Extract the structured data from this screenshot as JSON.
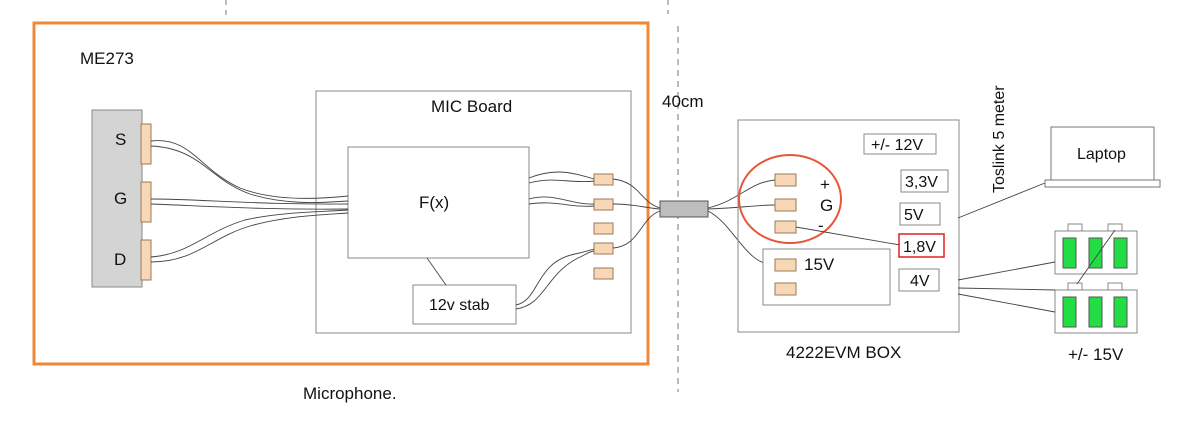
{
  "colors": {
    "microphone_border": "#f0883a",
    "connector_fill": "#f8d7b6",
    "connector_stroke": "#9a7a5a",
    "capsule_fill": "#d4d4d4",
    "coupler_fill": "#bdbdbd",
    "battery_cell": "#22dd44",
    "highlight_ellipse": "#e8553a",
    "highlight_box": "#e02020",
    "line": "#444444"
  },
  "microphone": {
    "model_label": "ME273",
    "caption": "Microphone.",
    "capsule_pins": [
      "S",
      "G",
      "D"
    ]
  },
  "mic_board": {
    "title": "MIC Board",
    "function_label": "F(x)",
    "stabilizer_label": "12v stab"
  },
  "cable": {
    "length_label": "40cm"
  },
  "evm_box": {
    "caption": "4222EVM  BOX",
    "input_signs": [
      "+",
      "G",
      "-"
    ],
    "supply_label": "15V",
    "voltage_labels": {
      "v12": "+/- 12V",
      "v33": "3,3V",
      "v5": "5V",
      "v18": "1,8V",
      "v4": "4V"
    }
  },
  "toslink_label": "Toslink  5 meter",
  "laptop_label": "Laptop",
  "battery_label": "+/- 15V"
}
